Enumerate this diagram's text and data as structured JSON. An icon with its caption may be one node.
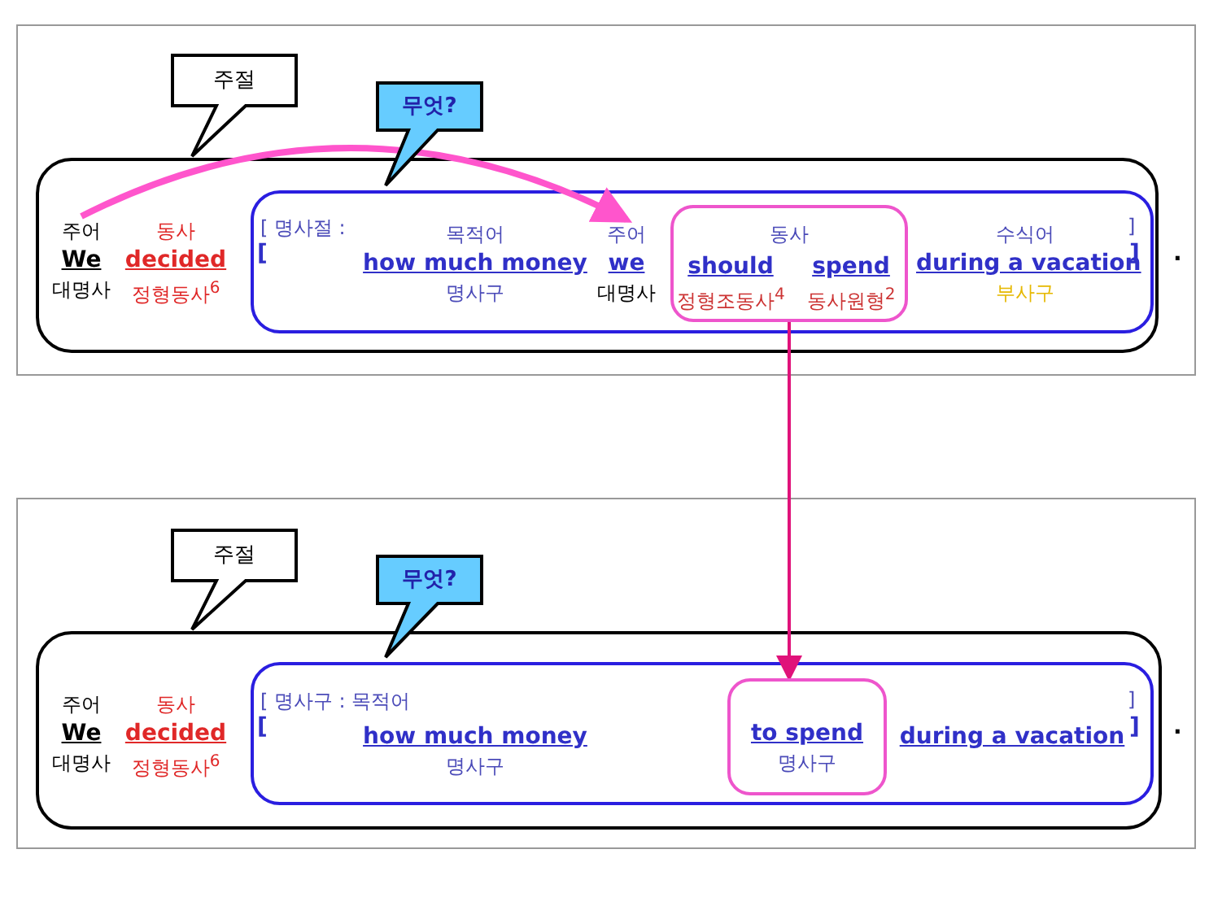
{
  "diagram": {
    "nodes": [
      {
        "text": [],
        "shape": "box"
      },
      {
        "text": [
          "주절"
        ]
      },
      {
        "text": [
          "무엇?"
        ]
      },
      {
        "text": [
          "주어",
          "We",
          "대명사"
        ],
        "in": 0
      },
      {
        "text": [
          "동사",
          "decided",
          "정형동사$^{6}$"
        ],
        "in": 0
      },
      {
        "text": [],
        "shape": "box",
        "in": 0
      },
      {
        "text": [
          "목적어",
          "how much money",
          "명사구"
        ],
        "in": 5
      },
      {
        "text": [
          "주어",
          "we",
          "대명사"
        ],
        "in": 5
      },
      {
        "text": [
          "동사"
        ],
        "in": 5
      },
      {
        "text": [
          "should",
          "정형조동사$^{4}$"
        ],
        "in": 8
      },
      {
        "text": [
          "spend",
          "동사원형$^{2}$"
        ],
        "in": 8
      },
      {
        "text": [
          "수식어",
          "during a vacation",
          "부사구"
        ],
        "in": 5
      },
      {
        "text": [],
        "shape": "box"
      },
      {
        "text": [
          "주절"
        ]
      },
      {
        "text": [
          "무엇?"
        ]
      },
      {
        "text": [
          "주어",
          "We",
          "대명사"
        ],
        "in": 12
      },
      {
        "text": [
          "동사",
          "decided",
          "정형동사$^{6}$"
        ],
        "in": 12
      },
      {
        "text": [],
        "shape": "box",
        "in": 12
      },
      {
        "text": [
          "how much money",
          "명사구"
        ],
        "in": 17
      },
      {
        "text": [
          "to spend",
          "명사구"
        ],
        "in": 17
      },
      {
        "text": [
          "during a vacation"
        ],
        "in": 17
      }
    ],
    "edges": [
      {
        "from": 3,
        "to": 7,
        "arrow": "to",
        "style": "thick",
        "color": "#ff55cc"
      },
      {
        "from": 8,
        "to": 19,
        "arrow": "to",
        "color": "#e0127a"
      }
    ],
    "labels": [
      "[ 명사절 :",
      "]",
      "[",
      "]",
      ".",
      "[ 명사구 : 목적어",
      "]",
      "[",
      "]",
      "."
    ]
  }
}
